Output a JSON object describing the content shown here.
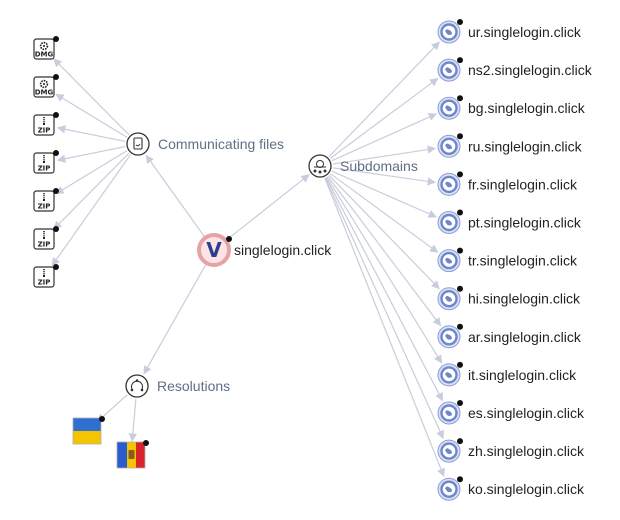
{
  "root": {
    "label": "singlelogin.click",
    "logo_letter": "V"
  },
  "groups": {
    "communicating_files": {
      "label": "Communicating files"
    },
    "subdomains": {
      "label": "Subdomains"
    },
    "resolutions": {
      "label": "Resolutions"
    }
  },
  "files": [
    {
      "type": "DMG"
    },
    {
      "type": "DMG"
    },
    {
      "type": "ZIP"
    },
    {
      "type": "ZIP"
    },
    {
      "type": "ZIP"
    },
    {
      "type": "ZIP"
    },
    {
      "type": "ZIP"
    }
  ],
  "subdomains": [
    "ur.singlelogin.click",
    "ns2.singlelogin.click",
    "bg.singlelogin.click",
    "ru.singlelogin.click",
    "fr.singlelogin.click",
    "pt.singlelogin.click",
    "tr.singlelogin.click",
    "hi.singlelogin.click",
    "ar.singlelogin.click",
    "it.singlelogin.click",
    "es.singlelogin.click",
    "zh.singlelogin.click",
    "ko.singlelogin.click"
  ],
  "resolutions": [
    {
      "country": "Ukraine",
      "flag_icon": "ukraine-flag-icon"
    },
    {
      "country": "Moldova",
      "flag_icon": "moldova-flag-icon"
    }
  ],
  "colors": {
    "edge": "#c9ccdc",
    "group_label": "#5f6f86",
    "globe": "#6f86cc",
    "root_ring": "#e6a3a6"
  }
}
